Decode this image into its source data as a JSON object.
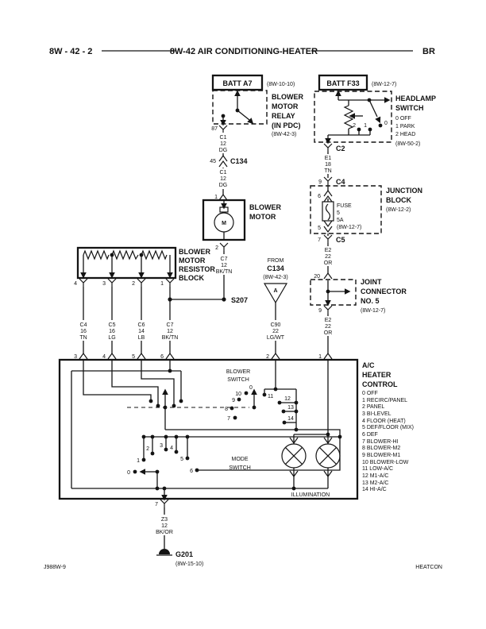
{
  "header": {
    "page": "8W - 42 - 2",
    "title": "8W-42 AIR CONDITIONING-HEATER",
    "section": "BR"
  },
  "footer": {
    "code": "J988W-9",
    "tag": "HEATCON"
  },
  "batt_a7": {
    "label": "BATT A7",
    "ref": "(8W-10-10)"
  },
  "relay": {
    "lines": [
      "BLOWER",
      "MOTOR",
      "RELAY",
      "(IN PDC)"
    ],
    "ref": "(8W-42-3)",
    "pin": "87"
  },
  "conn_c134": {
    "cavity": "45",
    "label": "C134"
  },
  "wire_c1": {
    "circuit": "C1",
    "gauge": "12",
    "color": "DG"
  },
  "blower_motor": {
    "pin_in": "1",
    "pin_out": "2",
    "lines": [
      "BLOWER",
      "MOTOR"
    ],
    "symbol": "M"
  },
  "wire_c7": {
    "circuit": "C7",
    "gauge": "12",
    "color": "BK/TN"
  },
  "splice": "S207",
  "resistor_block": {
    "lines": [
      "BLOWER",
      "MOTOR",
      "RESISTOR",
      "BLOCK"
    ],
    "pins": [
      "4",
      "3",
      "2",
      "1"
    ]
  },
  "wire_c4": {
    "circuit": "C4",
    "gauge": "16",
    "color": "TN"
  },
  "wire_c5": {
    "circuit": "C5",
    "gauge": "16",
    "color": "LG"
  },
  "wire_c6": {
    "circuit": "C6",
    "gauge": "14",
    "color": "LB"
  },
  "from_c134": {
    "lines": [
      "FROM",
      "C134",
      "(8W-42-3)"
    ],
    "symbol": "A"
  },
  "wire_c90": {
    "circuit": "C90",
    "gauge": "22",
    "color": "LG/WT"
  },
  "batt_f33": {
    "label": "BATT F33",
    "ref": "(8W-12-7)"
  },
  "headlamp_switch": {
    "lines": [
      "HEADLAMP",
      "SWITCH"
    ],
    "positions": [
      "0 OFF",
      "1 PARK",
      "2 HEAD"
    ],
    "ref": "(8W-50-2)",
    "contacts": [
      "2",
      "1",
      "0"
    ]
  },
  "conn_c2": {
    "label": "C2"
  },
  "wire_e1": {
    "circuit": "E1",
    "gauge": "18",
    "color": "TN"
  },
  "conn_c4": {
    "cavity": "9",
    "label": "C4"
  },
  "junction_block": {
    "lines": [
      "JUNCTION",
      "BLOCK"
    ],
    "ref": "(8W-12-2)",
    "pin_in": "6",
    "pin_out": "5",
    "fuse": [
      "FUSE",
      "5",
      "5A",
      "(8W-12-7)"
    ]
  },
  "conn_c5": {
    "cavity": "7",
    "label": "C5"
  },
  "wire_e2": {
    "circuit": "E2",
    "gauge": "22",
    "color": "OR"
  },
  "joint_connector": {
    "pin_in": "20",
    "pin_out": "9",
    "lines": [
      "JOINT",
      "CONNECTOR",
      "NO. 5",
      "(8W-12-7)"
    ]
  },
  "control": {
    "lines": [
      "A/C",
      "HEATER",
      "CONTROL"
    ],
    "pins_in": [
      "3",
      "4",
      "5",
      "6"
    ],
    "pin_ac": "2",
    "pin_illum": "1",
    "pin_ground": "7",
    "legend": [
      "0 OFF",
      "1 RECIRC/PANEL",
      "2 PANEL",
      "3 BI-LEVEL",
      "4 FLOOR (HEAT)",
      "5 DEF/FLOOR (MIX)",
      "6 DEF",
      "7 BLOWER-HI",
      "8 BLOWER-M2",
      "9 BLOWER-M1",
      "10 BLOWER-LOW",
      "11 LOW-A/C",
      "12 M1-A/C",
      "13 M2-A/C",
      "14 HI-A/C"
    ]
  },
  "blower_switch": {
    "lines": [
      "BLOWER",
      "SWITCH"
    ],
    "wiper": "0",
    "left_contacts": [
      "10",
      "9",
      "8",
      "7"
    ],
    "right_contacts": [
      "11",
      "12",
      "13",
      "14"
    ]
  },
  "mode_switch": {
    "lines": [
      "MODE",
      "SWITCH"
    ],
    "contacts": [
      "0",
      "1",
      "2",
      "3",
      "4",
      "5",
      "6"
    ]
  },
  "illumination": "ILLUMINATION",
  "ground": {
    "wire": {
      "circuit": "Z3",
      "gauge": "12",
      "color": "BK/OR"
    },
    "label": "G201",
    "ref": "(8W-15-10)"
  }
}
